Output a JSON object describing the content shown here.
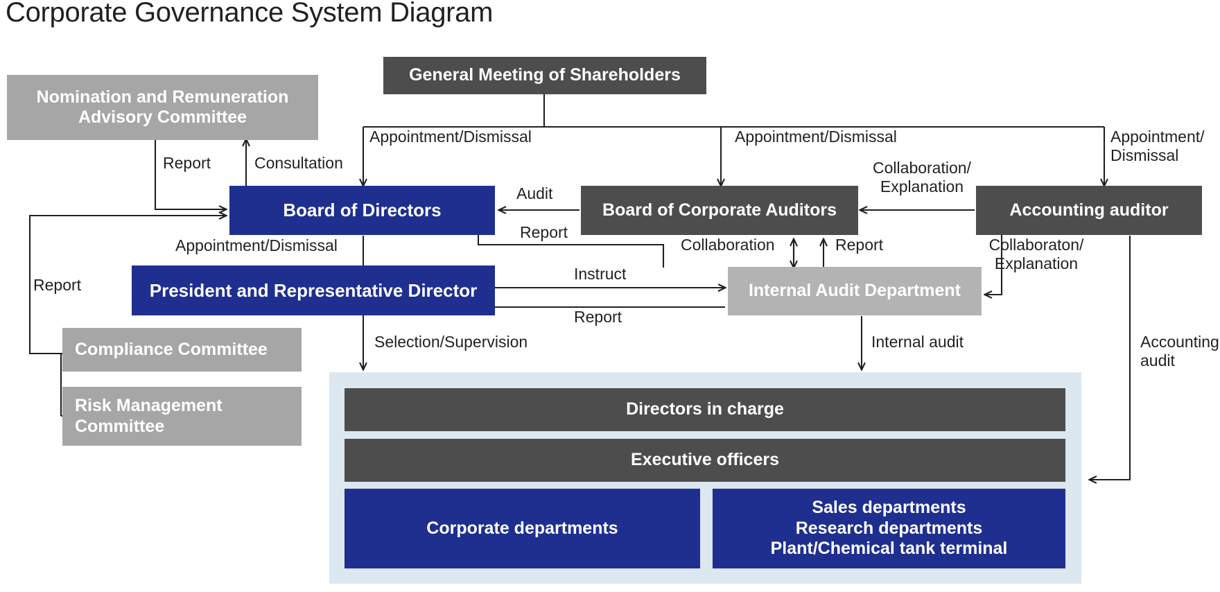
{
  "title": "Corporate Governance System Diagram",
  "colors": {
    "dark_grey": "#4d4d4d",
    "mid_grey": "#a6a6a6",
    "light_grey": "#b3b3b3",
    "brand_blue": "#1f2f8f",
    "panel_bg": "#dce7f0",
    "line": "#231f20",
    "text_on_fill": "#ffffff"
  },
  "nodes": {
    "shareholders": "General Meeting of Shareholders",
    "nomination_committee": "Nomination and Remuneration\nAdvisory Committee",
    "board_of_directors": "Board of Directors",
    "board_of_corporate_auditors": "Board of Corporate Auditors",
    "accounting_auditor": "Accounting auditor",
    "president": "President and Representative Director",
    "internal_audit": "Internal Audit Department",
    "compliance_committee": "Compliance Committee",
    "risk_committee": "Risk Management\nCommittee",
    "directors_in_charge": "Directors in charge",
    "executive_officers": "Executive officers",
    "corporate_departments": "Corporate departments",
    "operating_departments": "Sales departments\nResearch departments\nPlant/Chemical tank terminal"
  },
  "edge_labels": {
    "report_nomination": "Report",
    "consultation": "Consultation",
    "appointment_directors": "Appointment/Dismissal",
    "appointment_auditors": "Appointment/Dismissal",
    "appointment_accounting": "Appointment/\nDismissal",
    "audit": "Audit",
    "collaboration_explanation_top": "Collaboration/\nExplanation",
    "collaboration_explanation_bottom": "Collaboraton/\nExplanation",
    "report_auditors_to_board": "Report",
    "appointment_president": "Appointment/Dismissal",
    "report_committees": "Report",
    "collaboration": "Collaboration",
    "report_internal_to_auditors": "Report",
    "instruct": "Instruct",
    "report_internal_to_president": "Report",
    "selection_supervision": "Selection/Supervision",
    "internal_audit_label": "Internal audit",
    "accounting_audit": "Accounting\naudit"
  }
}
